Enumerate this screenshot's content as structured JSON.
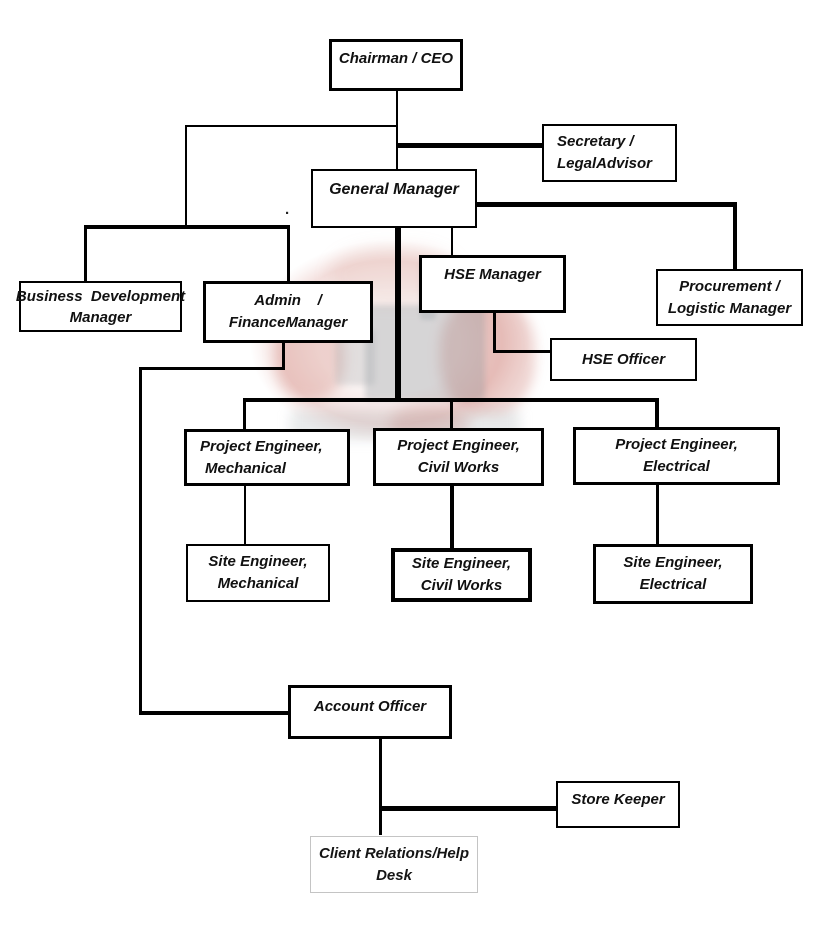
{
  "chart_data": {
    "type": "org-chart-diagram",
    "hierarchy_note": "Organization chart: Chairman/CEO over General Manager; GM over functional managers, project engineers and site staff",
    "nodes": [
      "Chairman / CEO",
      "Secretary / LegalAdvisor",
      "General Manager",
      "Business  Development Manager",
      "Admin / FinanceManager",
      "HSE Manager",
      "Procurement / Logistic Manager",
      "HSE Officer",
      "Project Engineer, Mechanical",
      "Project Engineer, Civil Works",
      "Project Engineer, Electrical",
      "Site Engineer, Mechanical",
      "Site Engineer, Civil Works",
      "Site Engineer, Electrical",
      "Account Officer",
      "Store Keeper",
      "Client Relations/Help Desk"
    ]
  },
  "boxes": {
    "chairman": {
      "lines": [
        "Chairman / CEO"
      ]
    },
    "secretary": {
      "lines": [
        "Secretary /",
        "LegalAdvisor"
      ]
    },
    "general_manager": {
      "lines": [
        "General Manager"
      ]
    },
    "business_dev": {
      "lines": [
        "Business  Development",
        "Manager"
      ]
    },
    "admin_finance": {
      "lines": [
        "Admin    /",
        "FinanceManager"
      ]
    },
    "hse_manager": {
      "lines": [
        "HSE Manager"
      ]
    },
    "procurement": {
      "lines": [
        "Procurement /",
        "Logistic Manager"
      ]
    },
    "hse_officer": {
      "lines": [
        "HSE Officer"
      ]
    },
    "pe_mechanical": {
      "lines": [
        "Project Engineer,",
        "Mechanical"
      ]
    },
    "pe_civil": {
      "lines": [
        "Project Engineer,",
        "Civil Works"
      ]
    },
    "pe_electrical": {
      "lines": [
        "Project Engineer,",
        "Electrical"
      ]
    },
    "se_mechanical": {
      "lines": [
        "Site Engineer,",
        "Mechanical"
      ]
    },
    "se_civil": {
      "lines": [
        "Site Engineer,",
        "Civil Works"
      ]
    },
    "se_electrical": {
      "lines": [
        "Site Engineer,",
        "Electrical"
      ]
    },
    "account_officer": {
      "lines": [
        "Account Officer"
      ]
    },
    "store_keeper": {
      "lines": [
        "Store Keeper"
      ]
    },
    "client_relations": {
      "lines": [
        "Client Relations/Help",
        "Desk"
      ]
    }
  },
  "stray_mark": ".",
  "colors": {
    "connector": "#000000",
    "box_border": "#000000",
    "light_box_border": "#c4c4c4",
    "watermark_red": "#be554b",
    "watermark_gray": "#96a0a8",
    "background": "#ffffff"
  }
}
